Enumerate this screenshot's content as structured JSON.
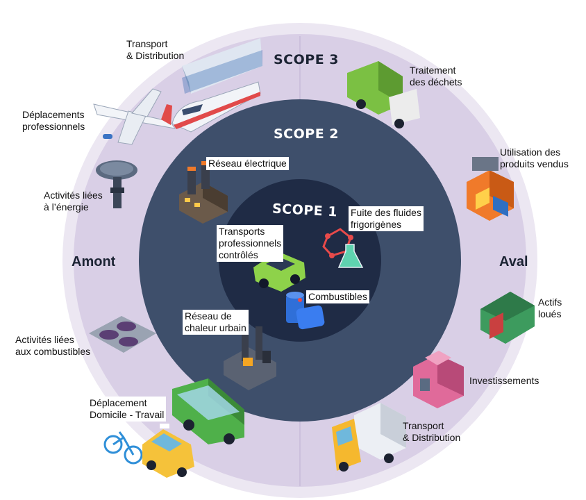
{
  "scopes": {
    "s1": "SCOPE 1",
    "s2": "SCOPE 2",
    "s3": "SCOPE 3"
  },
  "sides": {
    "left": "Amont",
    "right": "Aval"
  },
  "labels": {
    "transport_up": "Transport\n& Distribution",
    "deplacements_pro": "Déplacements\nprofessionnels",
    "activites_energie": "Activités liées\nà l’énergie",
    "activites_combustibles": "Activités liées\naux combustibles",
    "domicile_travail": "Déplacement\nDomicile - Travail",
    "traitement_dechets": "Traitement\ndes déchets",
    "utilisation_produits": "Utilisation des\nproduits vendus",
    "actifs_loues": "Actifs\nloués",
    "investissements": "Investissements",
    "transport_down": "Transport\n& Distribution",
    "reseau_electrique": "Réseau électrique",
    "reseau_chaleur": "Réseau de\nchaleur urbain",
    "fuite_fluides": "Fuite des fluides\nfrigorigènes",
    "transports_controles": "Transports\nprofessionnels\ncontrôlés",
    "combustibles": "Combustibles"
  },
  "colors": {
    "scope3_ring": "#d8cde6",
    "scope3_outer_edge": "#e9e3f0",
    "scope2_ring": "#3c4d69",
    "scope1_core": "#1e2a44",
    "scope_text_light": "#ffffff",
    "scope_text_dark": "#1b2333"
  },
  "icons": [
    "container-ship-icon",
    "high-speed-train-icon",
    "airplane-icon",
    "radar-dish-icon",
    "settling-tanks-icon",
    "bus-icon",
    "taxi-icon",
    "bicycle-icon",
    "garbage-truck-icon",
    "billboard-shop-icon",
    "warehouse-icon",
    "bank-building-icon",
    "delivery-truck-icon",
    "power-plant-icon",
    "refinery-icon",
    "molecule-flask-icon",
    "green-car-icon",
    "oil-barrels-icon"
  ]
}
